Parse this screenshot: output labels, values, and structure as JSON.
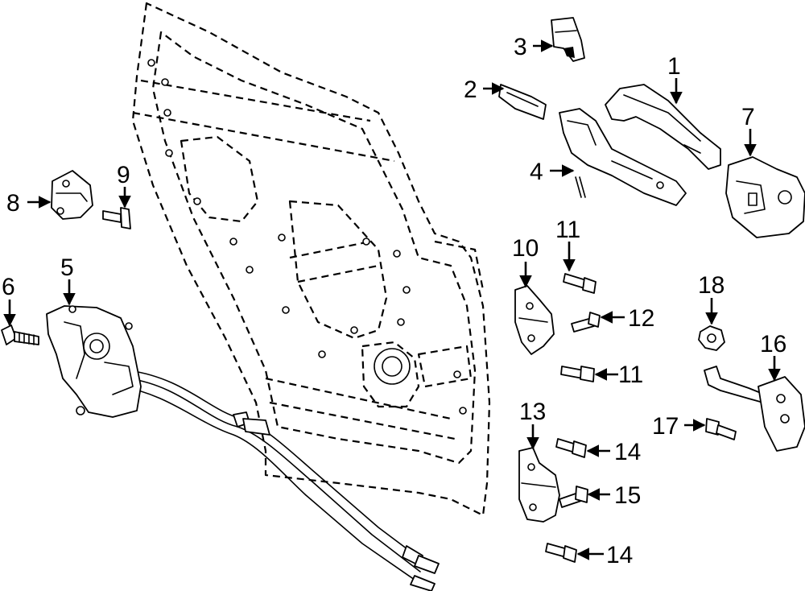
{
  "diagram": {
    "callouts": [
      {
        "id": "c1",
        "label": "1"
      },
      {
        "id": "c2",
        "label": "2"
      },
      {
        "id": "c3",
        "label": "3"
      },
      {
        "id": "c4",
        "label": "4"
      },
      {
        "id": "c5",
        "label": "5"
      },
      {
        "id": "c6",
        "label": "6"
      },
      {
        "id": "c7",
        "label": "7"
      },
      {
        "id": "c8",
        "label": "8"
      },
      {
        "id": "c9",
        "label": "9"
      },
      {
        "id": "c10",
        "label": "10"
      },
      {
        "id": "c11a",
        "label": "11"
      },
      {
        "id": "c11b",
        "label": "11"
      },
      {
        "id": "c12",
        "label": "12"
      },
      {
        "id": "c13",
        "label": "13"
      },
      {
        "id": "c14a",
        "label": "14"
      },
      {
        "id": "c14b",
        "label": "14"
      },
      {
        "id": "c15",
        "label": "15"
      },
      {
        "id": "c16",
        "label": "16"
      },
      {
        "id": "c17",
        "label": "17"
      },
      {
        "id": "c18",
        "label": "18"
      }
    ]
  }
}
